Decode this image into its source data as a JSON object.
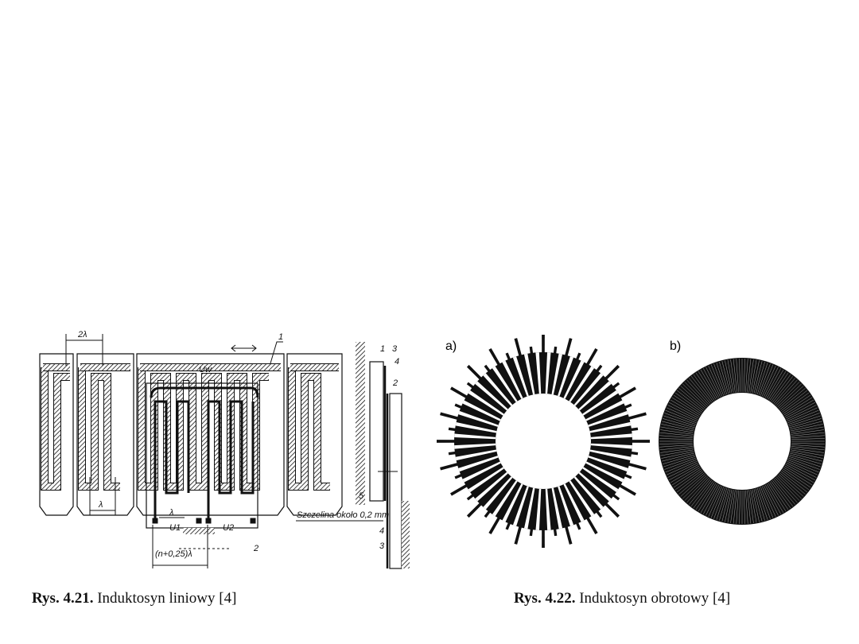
{
  "figure_linear": {
    "labels": {
      "two_lambda": "2λ",
      "lambda_scale": "λ",
      "lambda_slider": "λ",
      "part1": "1",
      "uw": "Uw",
      "u1": "U1",
      "u2": "U2",
      "offset": "(n+0,25)λ",
      "part2": "2",
      "side_1": "1",
      "side_3_top": "3",
      "side_4_top": "4",
      "side_2": "2",
      "side_5": "5",
      "gap": "Szczelina około 0,2 mm",
      "side_4_bottom": "4",
      "side_3_bottom": "3"
    },
    "caption_number": "Rys. 4.21.",
    "caption_text": "Induktosyn liniowy [4]"
  },
  "figure_rotary": {
    "label_a": "a)",
    "label_b": "b)",
    "caption_number": "Rys. 4.22.",
    "caption_text": "Induktosyn obrotowy [4]"
  },
  "colors": {
    "ink": "#111111",
    "background": "#ffffff"
  }
}
